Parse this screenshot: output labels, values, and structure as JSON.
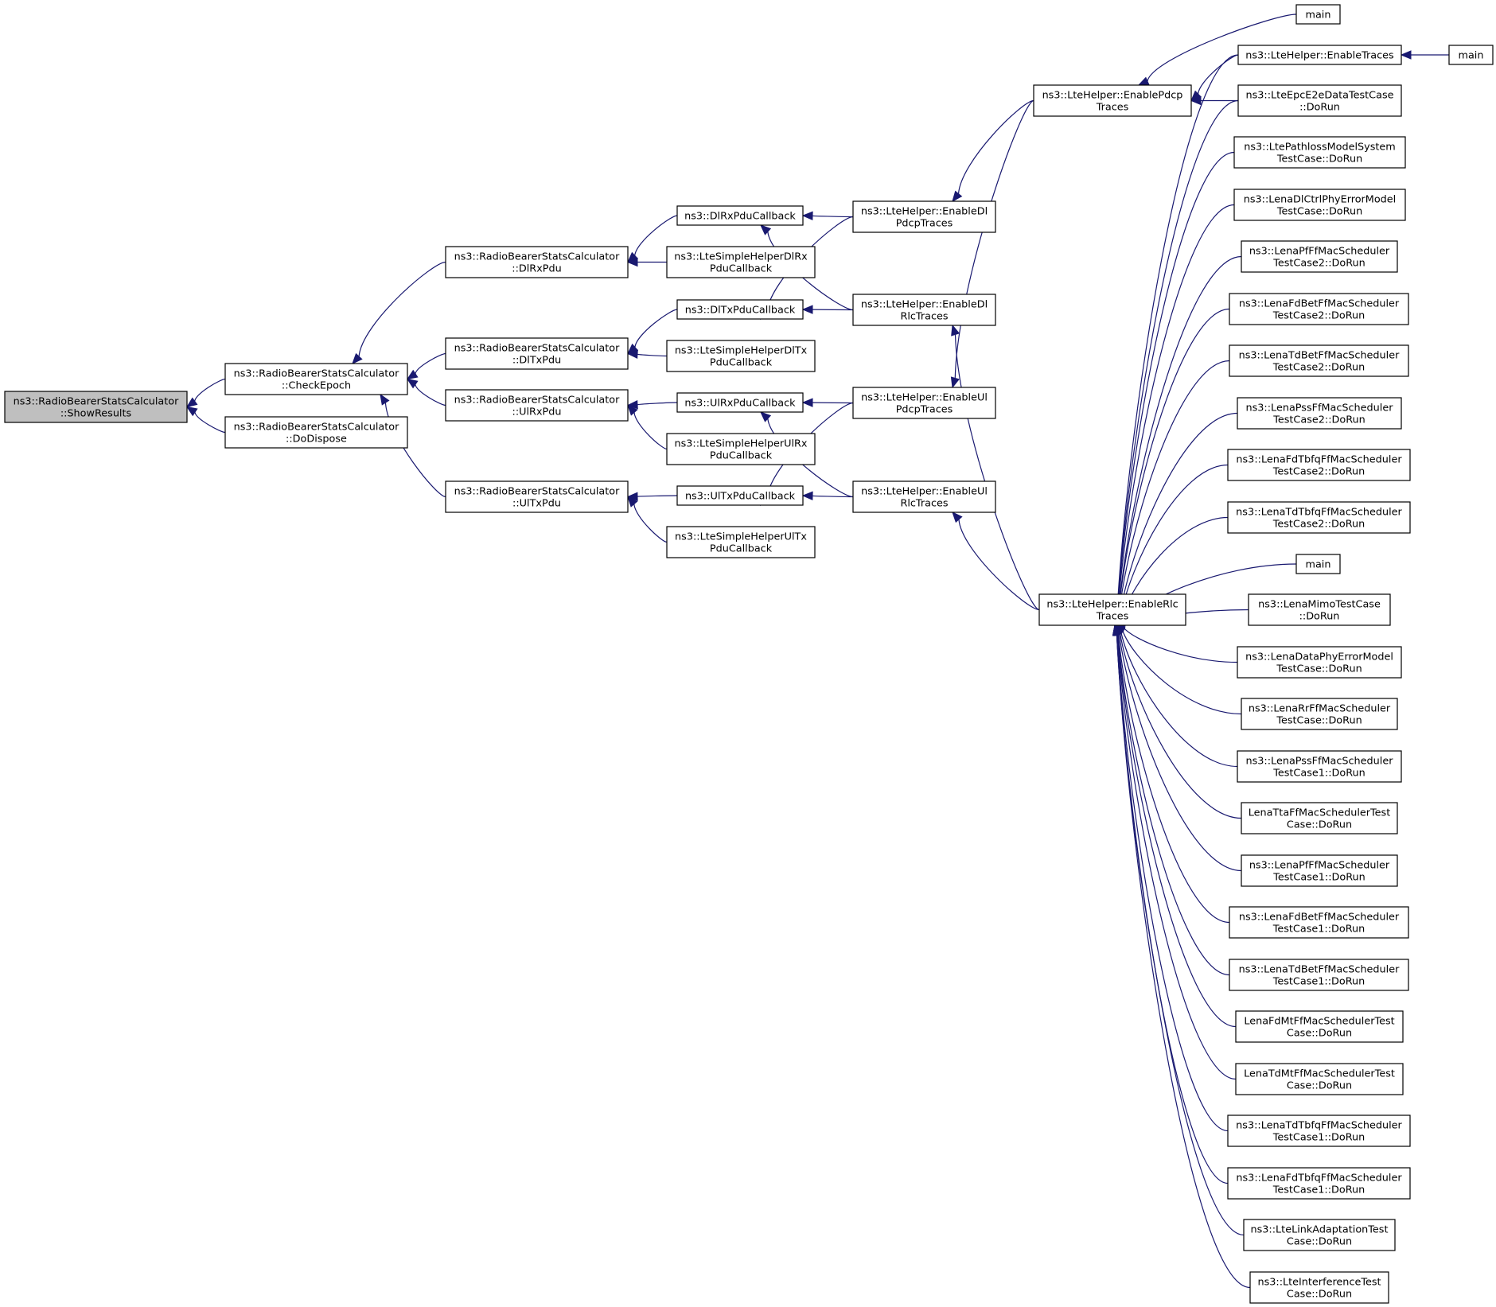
{
  "graph": {
    "kind": "caller-graph",
    "colors": {
      "edge": "#191970",
      "root_fill": "#bfbfbf",
      "node_fill": "#ffffff",
      "node_border": "#000000"
    },
    "nodes": [
      {
        "id": "n0",
        "lines": [
          "ns3::RadioBearerStatsCalculator",
          "::ShowResults"
        ],
        "root": true
      },
      {
        "id": "n1",
        "lines": [
          "ns3::RadioBearerStatsCalculator",
          "::CheckEpoch"
        ]
      },
      {
        "id": "n2",
        "lines": [
          "ns3::RadioBearerStatsCalculator",
          "::DoDispose"
        ]
      },
      {
        "id": "n3",
        "lines": [
          "ns3::RadioBearerStatsCalculator",
          "::DlRxPdu"
        ]
      },
      {
        "id": "n4",
        "lines": [
          "ns3::RadioBearerStatsCalculator",
          "::DlTxPdu"
        ]
      },
      {
        "id": "n5",
        "lines": [
          "ns3::RadioBearerStatsCalculator",
          "::UlRxPdu"
        ]
      },
      {
        "id": "n6",
        "lines": [
          "ns3::RadioBearerStatsCalculator",
          "::UlTxPdu"
        ]
      },
      {
        "id": "n7",
        "lines": [
          "ns3::DlRxPduCallback"
        ]
      },
      {
        "id": "n8",
        "lines": [
          "ns3::LteSimpleHelperDlRx",
          "PduCallback"
        ]
      },
      {
        "id": "n9",
        "lines": [
          "ns3::DlTxPduCallback"
        ]
      },
      {
        "id": "n10",
        "lines": [
          "ns3::LteSimpleHelperDlTx",
          "PduCallback"
        ]
      },
      {
        "id": "n11",
        "lines": [
          "ns3::UlRxPduCallback"
        ]
      },
      {
        "id": "n12",
        "lines": [
          "ns3::LteSimpleHelperUlRx",
          "PduCallback"
        ]
      },
      {
        "id": "n13",
        "lines": [
          "ns3::UlTxPduCallback"
        ]
      },
      {
        "id": "n14",
        "lines": [
          "ns3::LteSimpleHelperUlTx",
          "PduCallback"
        ]
      },
      {
        "id": "n15",
        "lines": [
          "ns3::LteHelper::EnableDl",
          "PdcpTraces"
        ]
      },
      {
        "id": "n16",
        "lines": [
          "ns3::LteHelper::EnableDl",
          "RlcTraces"
        ]
      },
      {
        "id": "n17",
        "lines": [
          "ns3::LteHelper::EnableUl",
          "PdcpTraces"
        ]
      },
      {
        "id": "n18",
        "lines": [
          "ns3::LteHelper::EnableUl",
          "RlcTraces"
        ]
      },
      {
        "id": "n19",
        "lines": [
          "ns3::LteHelper::EnablePdcp",
          "Traces"
        ]
      },
      {
        "id": "n20",
        "lines": [
          "ns3::LteHelper::EnableRlc",
          "Traces"
        ]
      },
      {
        "id": "n21",
        "lines": [
          "main"
        ]
      },
      {
        "id": "n22",
        "lines": [
          "ns3::LteHelper::EnableTraces"
        ]
      },
      {
        "id": "n23",
        "lines": [
          "main"
        ]
      },
      {
        "id": "n24",
        "lines": [
          "ns3::LteEpcE2eDataTestCase",
          "::DoRun"
        ]
      },
      {
        "id": "n25",
        "lines": [
          "ns3::LtePathlossModelSystem",
          "TestCase::DoRun"
        ]
      },
      {
        "id": "n26",
        "lines": [
          "ns3::LenaDlCtrlPhyErrorModel",
          "TestCase::DoRun"
        ]
      },
      {
        "id": "n27",
        "lines": [
          "ns3::LenaPfFfMacScheduler",
          "TestCase2::DoRun"
        ]
      },
      {
        "id": "n28",
        "lines": [
          "ns3::LenaFdBetFfMacScheduler",
          "TestCase2::DoRun"
        ]
      },
      {
        "id": "n29",
        "lines": [
          "ns3::LenaTdBetFfMacScheduler",
          "TestCase2::DoRun"
        ]
      },
      {
        "id": "n30",
        "lines": [
          "ns3::LenaPssFfMacScheduler",
          "TestCase2::DoRun"
        ]
      },
      {
        "id": "n31",
        "lines": [
          "ns3::LenaFdTbfqFfMacScheduler",
          "TestCase2::DoRun"
        ]
      },
      {
        "id": "n32",
        "lines": [
          "ns3::LenaTdTbfqFfMacScheduler",
          "TestCase2::DoRun"
        ]
      },
      {
        "id": "n33",
        "lines": [
          "main"
        ]
      },
      {
        "id": "n34",
        "lines": [
          "ns3::LenaMimoTestCase",
          "::DoRun"
        ]
      },
      {
        "id": "n35",
        "lines": [
          "ns3::LenaDataPhyErrorModel",
          "TestCase::DoRun"
        ]
      },
      {
        "id": "n36",
        "lines": [
          "ns3::LenaRrFfMacScheduler",
          "TestCase::DoRun"
        ]
      },
      {
        "id": "n37",
        "lines": [
          "ns3::LenaPssFfMacScheduler",
          "TestCase1::DoRun"
        ]
      },
      {
        "id": "n38",
        "lines": [
          "LenaTtaFfMacSchedulerTest",
          "Case::DoRun"
        ]
      },
      {
        "id": "n39",
        "lines": [
          "ns3::LenaPfFfMacScheduler",
          "TestCase1::DoRun"
        ]
      },
      {
        "id": "n40",
        "lines": [
          "ns3::LenaFdBetFfMacScheduler",
          "TestCase1::DoRun"
        ]
      },
      {
        "id": "n41",
        "lines": [
          "ns3::LenaTdBetFfMacScheduler",
          "TestCase1::DoRun"
        ]
      },
      {
        "id": "n42",
        "lines": [
          "LenaFdMtFfMacSchedulerTest",
          "Case::DoRun"
        ]
      },
      {
        "id": "n43",
        "lines": [
          "LenaTdMtFfMacSchedulerTest",
          "Case::DoRun"
        ]
      },
      {
        "id": "n44",
        "lines": [
          "ns3::LenaTdTbfqFfMacScheduler",
          "TestCase1::DoRun"
        ]
      },
      {
        "id": "n45",
        "lines": [
          "ns3::LenaFdTbfqFfMacScheduler",
          "TestCase1::DoRun"
        ]
      },
      {
        "id": "n46",
        "lines": [
          "ns3::LteLinkAdaptationTest",
          "Case::DoRun"
        ]
      },
      {
        "id": "n47",
        "lines": [
          "ns3::LteInterferenceTest",
          "Case::DoRun"
        ]
      }
    ],
    "edges": [
      {
        "from": "n1",
        "to": "n0"
      },
      {
        "from": "n2",
        "to": "n0"
      },
      {
        "from": "n3",
        "to": "n1"
      },
      {
        "from": "n4",
        "to": "n1"
      },
      {
        "from": "n5",
        "to": "n1"
      },
      {
        "from": "n6",
        "to": "n1"
      },
      {
        "from": "n7",
        "to": "n3"
      },
      {
        "from": "n8",
        "to": "n3"
      },
      {
        "from": "n9",
        "to": "n4"
      },
      {
        "from": "n10",
        "to": "n4"
      },
      {
        "from": "n11",
        "to": "n5"
      },
      {
        "from": "n12",
        "to": "n5"
      },
      {
        "from": "n13",
        "to": "n6"
      },
      {
        "from": "n14",
        "to": "n6"
      },
      {
        "from": "n15",
        "to": "n7"
      },
      {
        "from": "n16",
        "to": "n7"
      },
      {
        "from": "n15",
        "to": "n9"
      },
      {
        "from": "n16",
        "to": "n9"
      },
      {
        "from": "n17",
        "to": "n11"
      },
      {
        "from": "n18",
        "to": "n11"
      },
      {
        "from": "n17",
        "to": "n13"
      },
      {
        "from": "n18",
        "to": "n13"
      },
      {
        "from": "n19",
        "to": "n15"
      },
      {
        "from": "n19",
        "to": "n17"
      },
      {
        "from": "n20",
        "to": "n16"
      },
      {
        "from": "n20",
        "to": "n18"
      },
      {
        "from": "n21",
        "to": "n19"
      },
      {
        "from": "n22",
        "to": "n19"
      },
      {
        "from": "n24",
        "to": "n19"
      },
      {
        "from": "n23",
        "to": "n22"
      },
      {
        "from": "n22",
        "to": "n20"
      },
      {
        "from": "n24",
        "to": "n20"
      },
      {
        "from": "n25",
        "to": "n20"
      },
      {
        "from": "n26",
        "to": "n20"
      },
      {
        "from": "n27",
        "to": "n20"
      },
      {
        "from": "n28",
        "to": "n20"
      },
      {
        "from": "n29",
        "to": "n20"
      },
      {
        "from": "n30",
        "to": "n20"
      },
      {
        "from": "n31",
        "to": "n20"
      },
      {
        "from": "n32",
        "to": "n20"
      },
      {
        "from": "n33",
        "to": "n20"
      },
      {
        "from": "n34",
        "to": "n20"
      },
      {
        "from": "n35",
        "to": "n20"
      },
      {
        "from": "n36",
        "to": "n20"
      },
      {
        "from": "n37",
        "to": "n20"
      },
      {
        "from": "n38",
        "to": "n20"
      },
      {
        "from": "n39",
        "to": "n20"
      },
      {
        "from": "n40",
        "to": "n20"
      },
      {
        "from": "n41",
        "to": "n20"
      },
      {
        "from": "n42",
        "to": "n20"
      },
      {
        "from": "n43",
        "to": "n20"
      },
      {
        "from": "n44",
        "to": "n20"
      },
      {
        "from": "n45",
        "to": "n20"
      },
      {
        "from": "n46",
        "to": "n20"
      },
      {
        "from": "n47",
        "to": "n20"
      }
    ]
  }
}
